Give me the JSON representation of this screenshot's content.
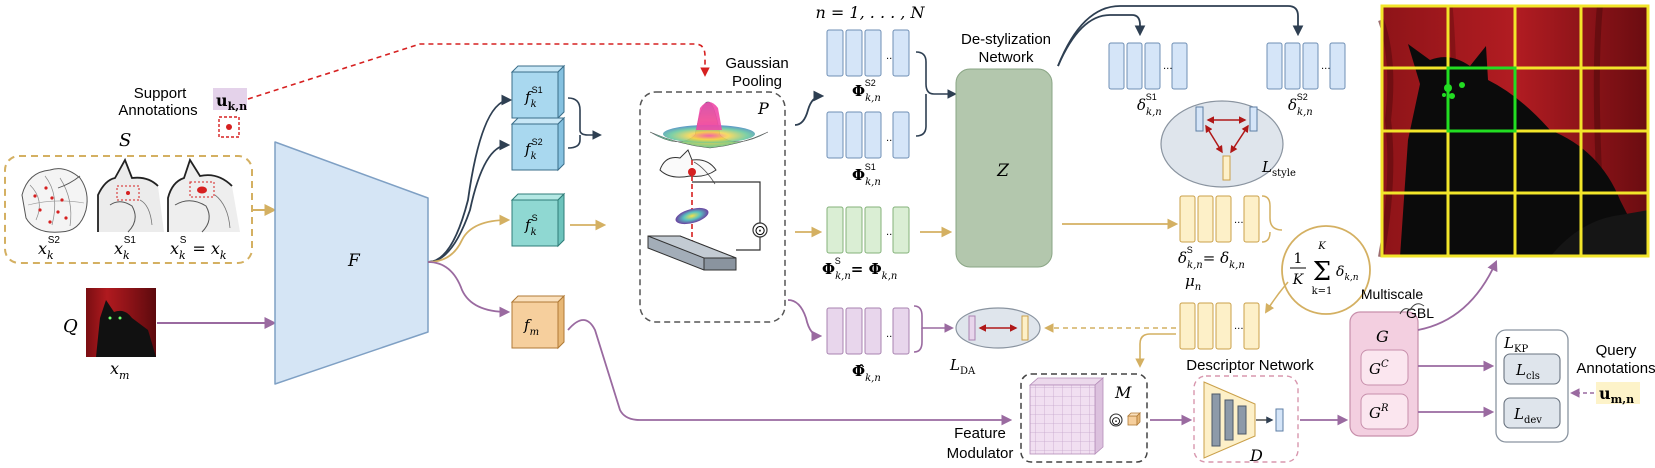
{
  "labels": {
    "support_annotations_1": "Support",
    "support_annotations_2": "Annotations",
    "u_kn": "u",
    "u_kn_sub": "k,n",
    "S": "S",
    "x_S2": "x",
    "x_S2_sup": "S2",
    "x_S2_sub": "k",
    "x_S1": "x",
    "x_S1_sup": "S1",
    "x_S1_sub": "k",
    "x_S": "x",
    "x_S_sup": "S",
    "x_S_sub": "k",
    "x_S_eq": "= x",
    "x_S_eq_sub": "k",
    "Q": "Q",
    "x_m": "x",
    "x_m_sub": "m",
    "F": "F",
    "f_S1": "f",
    "f_S1_sub": "k",
    "f_S1_sup": "S1",
    "f_S2": "f",
    "f_S2_sub": "k",
    "f_S2_sup": "S2",
    "f_S": "f",
    "f_S_sub": "k",
    "f_S_sup": "S",
    "f_m": "f",
    "f_m_sub": "m",
    "gaussian_pooling_1": "Gaussian",
    "gaussian_pooling_2": "Pooling",
    "P": "P",
    "odot": "⊙",
    "n_range": "n = 1, . . . , N",
    "phi_S2": "Φ",
    "phi_S2_sub": "k,n",
    "phi_S2_sup": "S2",
    "phi_S1": "Φ",
    "phi_S1_sub": "k,n",
    "phi_S1_sup": "S1",
    "phi_S": "Φ",
    "phi_S_sub": "k,n",
    "phi_S_sup": "S",
    "phi_S_eq": "= Φ",
    "phi_S_eq_sub": "k,n",
    "phi_hat": "Φ̂",
    "phi_hat_sub": "k,n",
    "destyl_1": "De-stylization",
    "destyl_2": "Network",
    "Z": "Z",
    "delta_S1": "δ",
    "delta_S1_sub": "k,n",
    "delta_S1_sup": "S1",
    "delta_S2": "δ",
    "delta_S2_sub": "k,n",
    "delta_S2_sup": "S2",
    "L_style": "L",
    "L_style_sub": "style",
    "delta_S": "δ",
    "delta_S_sub": "k,n",
    "delta_S_sup": "S",
    "delta_S_eq": "= δ",
    "delta_S_eq_sub": "k,n",
    "mean_frac_num": "1",
    "mean_frac_den": "K",
    "mean_sum": "Σ",
    "mean_sum_top": "K",
    "mean_sum_bot": "k=1",
    "mean_delta": "δ",
    "mean_delta_sub": "k,n",
    "mu_n": "μ",
    "mu_n_sub": "n",
    "L_DA": "L",
    "L_DA_sub": "DA",
    "feature_mod_1": "Feature",
    "feature_mod_2": "Modulator",
    "M": "M",
    "descriptor_network": "Descriptor Network",
    "D": "D",
    "G": "G",
    "G_C": "G",
    "G_C_sup": "C",
    "G_R": "G",
    "G_R_sup": "R",
    "multiscale_1": "Multiscale",
    "multiscale_2": "GBL",
    "L_KP": "L",
    "L_KP_sub": "KP",
    "L_cls": "L",
    "L_cls_sub": "cls",
    "L_dev": "L",
    "L_dev_sub": "dev",
    "query_ann_1": "Query",
    "query_ann_2": "Annotations",
    "u_mn": "u",
    "u_mn_sub": "m,n"
  },
  "colors": {
    "navy": "#2e3f52",
    "gold": "#d4b062",
    "purple": "#9a6aa0",
    "red": "#d62020",
    "feature_blue": "#a9d8ef",
    "feature_teal": "#8fd8d2",
    "feature_orange": "#f6cf9d",
    "F_fill": "#d5e5f5",
    "Z_fill": "#b3c7ad",
    "G_fill": "#f3cfe0",
    "grid_yellow": "#f2e52a",
    "grid_green": "#22dd22"
  }
}
